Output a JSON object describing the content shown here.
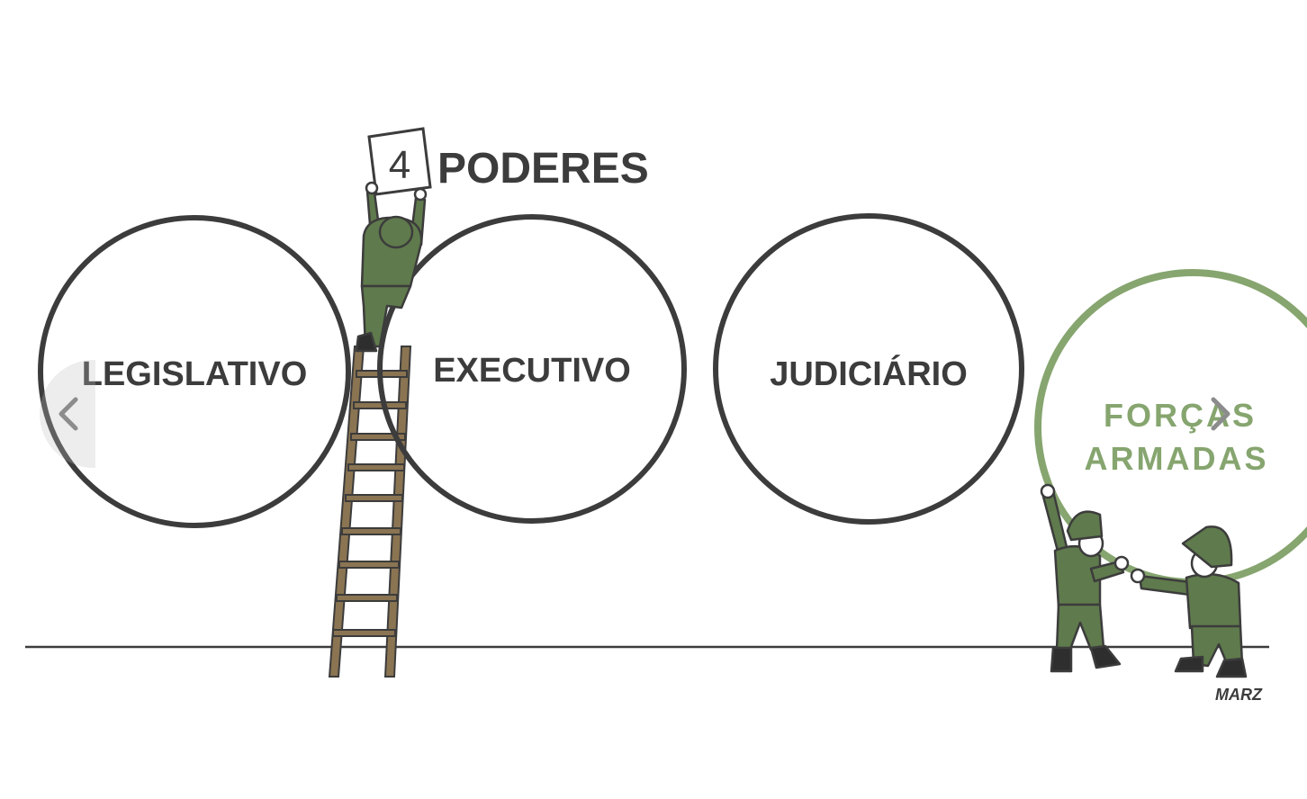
{
  "cartoon": {
    "sign_number": "4",
    "title_word": "PODERES",
    "circles": {
      "legislativo": "LEGISLATIVO",
      "executivo": "EXECUTIVO",
      "judiciario": "JUDICIÁRIO",
      "forcas_line1": "FORÇAS",
      "forcas_line2": "ARMADAS"
    },
    "signature": "MARZ"
  },
  "carousel": {
    "prev_icon": "chevron-left-icon",
    "next_icon": "chevron-right-icon"
  },
  "colors": {
    "ink": "#3c3c3c",
    "army_green": "#5f7a4c",
    "light_green": "#86a56f",
    "ladder_brown": "#8a7452"
  }
}
